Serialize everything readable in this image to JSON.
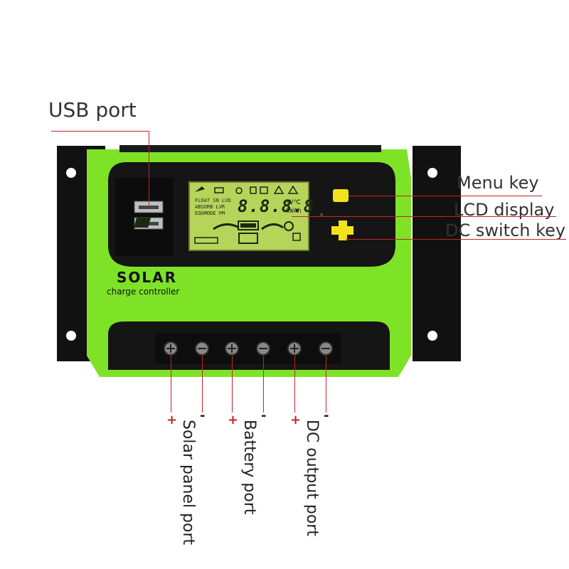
{
  "labels": {
    "usb_port": "USB port",
    "menu_key": "Menu key",
    "lcd_display": "LCD display",
    "dc_switch_key": "DC switch key",
    "solar_panel_port": "Solar panel port",
    "battery_port": "Battery port",
    "dc_output_port": "DC output port"
  },
  "device": {
    "brand": "SOLAR",
    "subtitle": "charge controller"
  },
  "lcd": {
    "row1": "FLOAT SN  LVD",
    "row2": "ABSORB    LVR",
    "row3": "EQUMODE PM",
    "digits": "8.8.8.8",
    "unit_top": "%V℃",
    "unit_bottom": "kWAh"
  },
  "terminals": [
    {
      "sign": "+"
    },
    {
      "sign": "-"
    },
    {
      "sign": "+"
    },
    {
      "sign": "-"
    },
    {
      "sign": "+"
    },
    {
      "sign": "-"
    }
  ],
  "colors": {
    "body_green": "#7ee227",
    "panel_black": "#151515",
    "lcd_green": "#b7d45a",
    "key_yellow": "#f2e41c",
    "callout_red": "#c0262b"
  }
}
